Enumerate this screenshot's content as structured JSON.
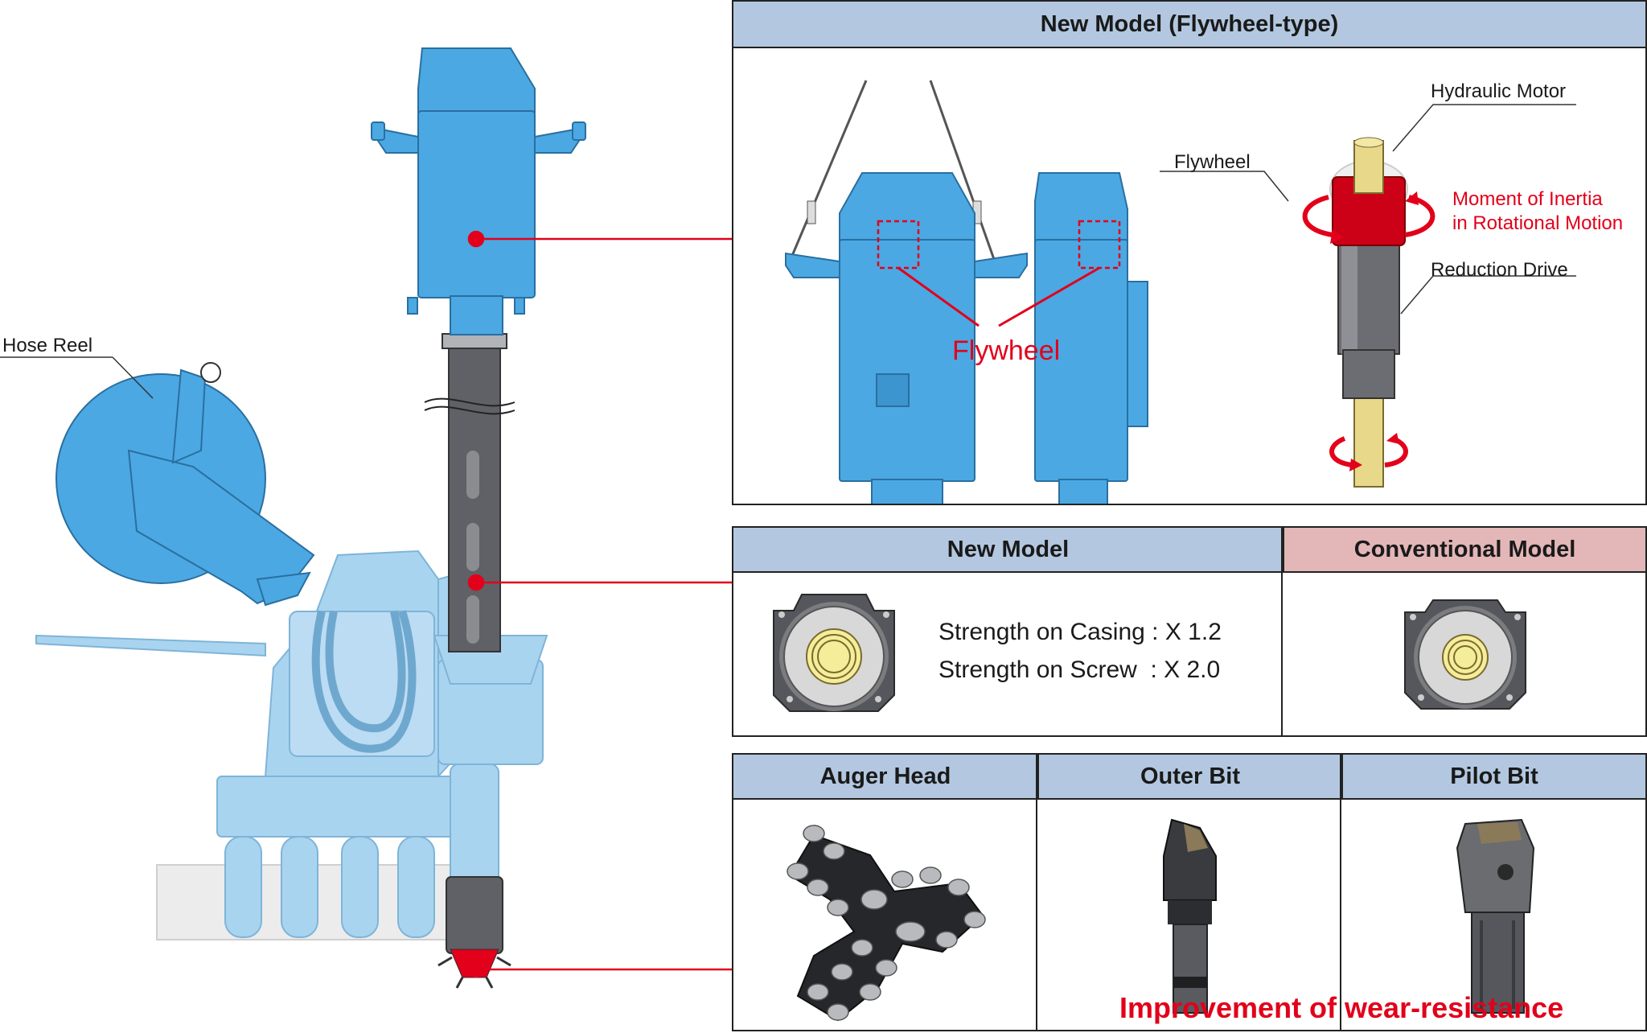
{
  "machine": {
    "hose_reel_label": "Hose Reel"
  },
  "flywheel_panel": {
    "header": "New Model (Flywheel-type)",
    "flywheel_callout": "Flywheel",
    "labels": {
      "hydraulic_motor": "Hydraulic Motor",
      "flywheel": "Flywheel",
      "moment_line1": "Moment of Inertia",
      "moment_line2": "in Rotational Motion",
      "reduction_drive": "Reduction Drive"
    }
  },
  "comparison_panel": {
    "new_model_header": "New Model",
    "conventional_header": "Conventional Model",
    "strength_casing": "Strength on Casing : X 1.2",
    "strength_screw": "Strength on Screw  : X 2.0"
  },
  "bits_panel": {
    "headers": [
      "Auger Head",
      "Outer Bit",
      "Pilot Bit"
    ],
    "footer": "Improvement of wear-resistance"
  },
  "colors": {
    "machine_blue": "#4ba8e2",
    "machine_light_blue": "#a9d4f0",
    "header_blue": "#b3c8e0",
    "header_pink": "#e3b6b8",
    "accent_red": "#e2001a",
    "rod_gray": "#5f6166",
    "shaft_yellow": "#e8d98a"
  }
}
